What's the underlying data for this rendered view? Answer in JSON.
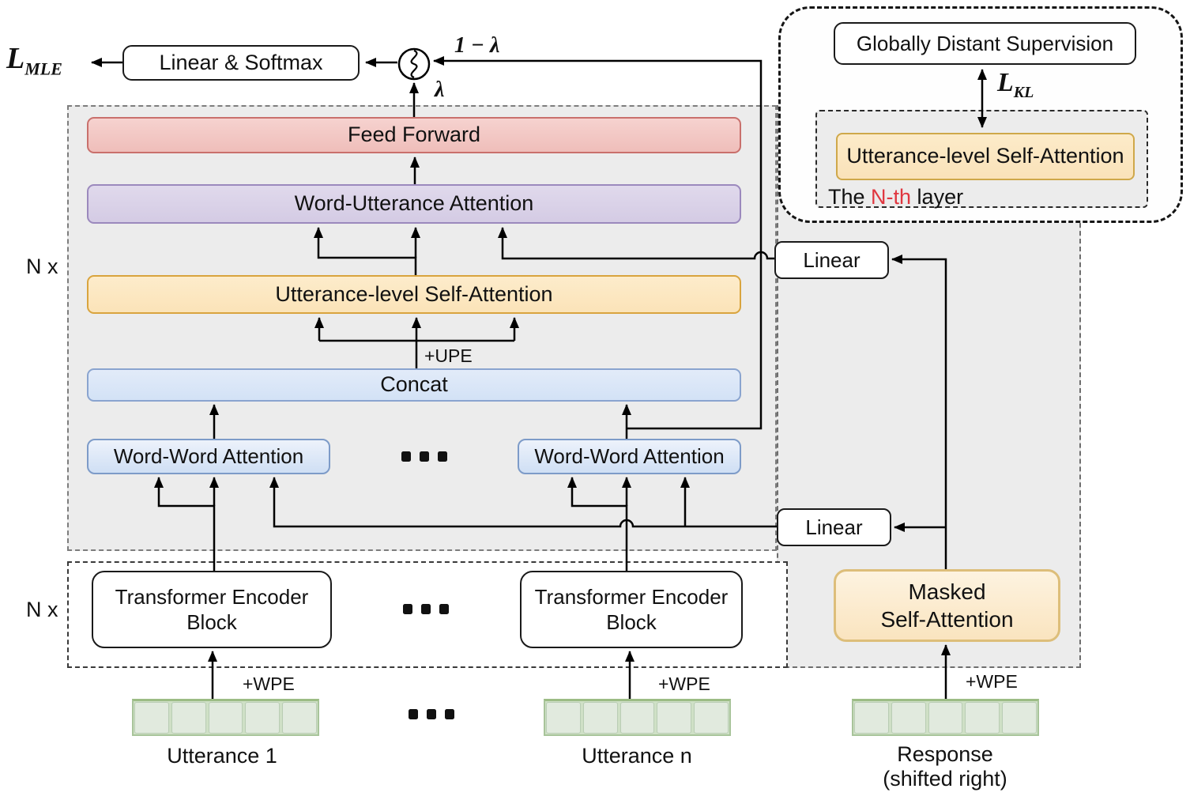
{
  "figure": {
    "losses": {
      "mle_symbol": "L",
      "mle_sub": "MLE",
      "kl_symbol": "L",
      "kl_sub": "KL"
    },
    "top": {
      "linear_softmax": "Linear & Softmax",
      "one_minus_lambda": "1 − λ",
      "lambda": "λ",
      "mixer_icon": "s-curve-interpolation-icon"
    },
    "gds_panel": {
      "title": "Globally Distant Supervision",
      "ulsa_label": "Utterance-level Self-Attention",
      "layer_note": {
        "prefix": "The ",
        "highlight": "N-th",
        "suffix": " layer"
      }
    },
    "main_block": {
      "repeat_label": "N x",
      "feed_forward": "Feed Forward",
      "word_utterance_attention": "Word-Utterance Attention",
      "utterance_level_self_attention": "Utterance-level Self-Attention",
      "upe_label": "+UPE",
      "concat": "Concat",
      "wwa_left": "Word-Word Attention",
      "wwa_right": "Word-Word Attention"
    },
    "encoder_block": {
      "repeat_label": "N x",
      "teb_left": "Transformer Encoder Block",
      "teb_right": "Transformer Encoder Block"
    },
    "decoder": {
      "linear_top": "Linear",
      "linear_bottom": "Linear",
      "masked_self_attention_line1": "Masked",
      "masked_self_attention_line2": "Self-Attention"
    },
    "inputs": {
      "utterance_1": {
        "label": "Utterance 1",
        "wpe": "+WPE"
      },
      "utterance_n": {
        "label": "Utterance n",
        "wpe": "+WPE"
      },
      "response": {
        "label": "Response",
        "sublabel": "(shifted right)",
        "wpe": "+WPE"
      }
    }
  },
  "colors": {
    "panel-fill": "#ececec",
    "ff-border": "#c9706c",
    "wua-border": "#9b89bd",
    "ulsa-border": "#d9a43e",
    "concat-border": "#8aa4cf",
    "wwa-border": "#7d9bc8",
    "msa-border": "#ddbe7a",
    "ulsa2-border": "#cfa84a",
    "highlight-red": "#e0363f"
  }
}
